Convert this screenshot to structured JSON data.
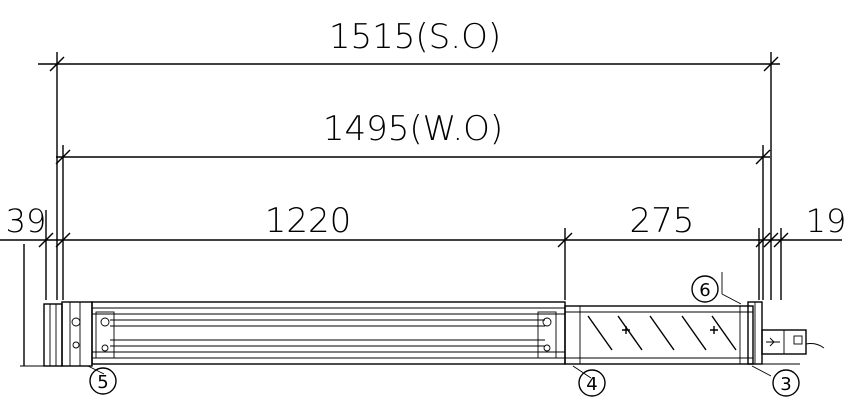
{
  "dimensions": {
    "overall_sash": "1515(S.O)",
    "overall_window": "1495(W.O)",
    "left_offset": "39",
    "glass_section": "1220",
    "panel_section": "275",
    "right_offset": "19"
  },
  "callouts": {
    "c5": "5",
    "c4": "4",
    "c3": "3",
    "c6": "6"
  }
}
